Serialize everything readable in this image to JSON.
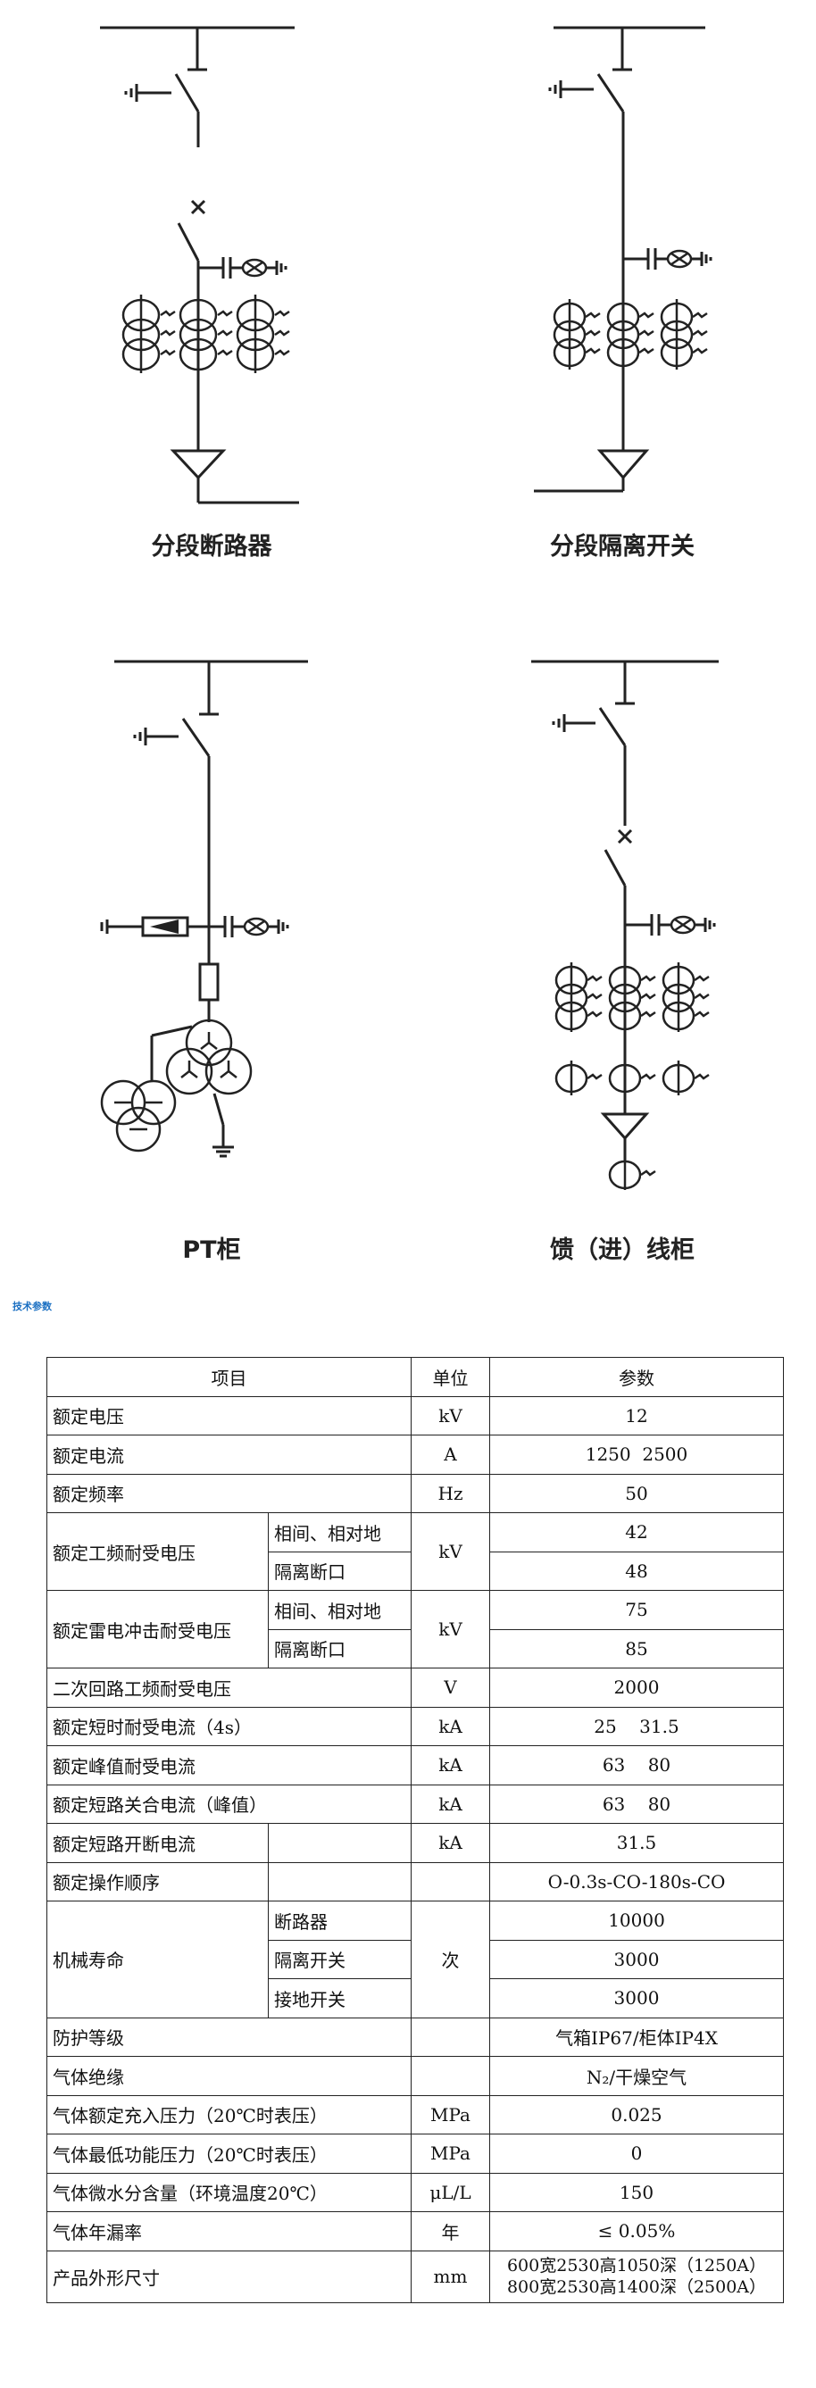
{
  "diagrams": [
    {
      "id": "sectional-breaker",
      "caption": "分段断路器"
    },
    {
      "id": "sectional-isolator",
      "caption": "分段隔离开关"
    },
    {
      "id": "pt-cabinet",
      "caption": "PT柜"
    },
    {
      "id": "feeder",
      "caption": "馈（进）线柜"
    }
  ],
  "section_title": "技术参数",
  "table": {
    "headers": {
      "item": "项目",
      "unit": "单位",
      "value": "参数"
    },
    "rated_voltage": {
      "label": "额定电压",
      "unit": "kV",
      "value": "12"
    },
    "rated_current": {
      "label": "额定电流",
      "unit": "A",
      "value": "1250  2500"
    },
    "rated_frequency": {
      "label": "额定频率",
      "unit": "Hz",
      "value": "50"
    },
    "power_freq_withstand": {
      "label": "额定工频耐受电压",
      "sub1": "相间、相对地",
      "sub2": "隔离断口",
      "unit": "kV",
      "value1": "42",
      "value2": "48"
    },
    "lightning_withstand": {
      "label": "额定雷电冲击耐受电压",
      "sub1": "相间、相对地",
      "sub2": "隔离断口",
      "unit": "kV",
      "value1": "75",
      "value2": "85"
    },
    "secondary_withstand": {
      "label": "二次回路工频耐受电压",
      "unit": "V",
      "value": "2000"
    },
    "short_time_current": {
      "label": "额定短时耐受电流（4s）",
      "unit": "kA",
      "value": "25    31.5"
    },
    "peak_withstand": {
      "label": "额定峰值耐受电流",
      "unit": "kA",
      "value": "63    80"
    },
    "short_making": {
      "label": "额定短路关合电流（峰值）",
      "unit": "kA",
      "value": "63    80"
    },
    "short_breaking": {
      "label": "额定短路开断电流",
      "unit": "kA",
      "value": "31.5"
    },
    "operating_sequence": {
      "label": "额定操作顺序",
      "value": "O-0.3s-CO-180s-CO"
    },
    "mechanical_life": {
      "label": "机械寿命",
      "unit": "次",
      "rows": [
        {
          "sub": "断路器",
          "value": "10000"
        },
        {
          "sub": "隔离开关",
          "value": "3000"
        },
        {
          "sub": "接地开关",
          "value": "3000"
        }
      ]
    },
    "protection": {
      "label": "防护等级",
      "value": "气箱IP67/柜体IP4X"
    },
    "gas_insulation": {
      "label": "气体绝缘",
      "value": "N₂/干燥空气"
    },
    "gas_fill_pressure": {
      "label": "气体额定充入压力（20℃时表压）",
      "unit": "MPa",
      "value": "0.025"
    },
    "gas_min_pressure": {
      "label": "气体最低功能压力（20℃时表压）",
      "unit": "MPa",
      "value": "0"
    },
    "gas_moisture": {
      "label": "气体微水分含量（环境温度20℃）",
      "unit": "μL/L",
      "value": "150"
    },
    "gas_leakage": {
      "label": "气体年漏率",
      "unit": "年",
      "value": "≤ 0.05%"
    },
    "dimensions": {
      "label": "产品外形尺寸",
      "unit": "mm",
      "value1": "600宽2530高1050深（1250A）",
      "value2": "800宽2530高1400深（2500A）"
    }
  }
}
